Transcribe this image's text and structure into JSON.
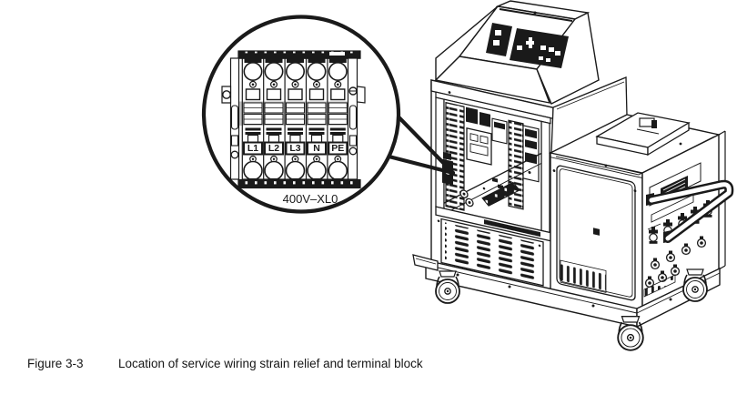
{
  "colors": {
    "line": "#1a1a1a",
    "background": "#ffffff",
    "terminal_mid_band": "#bfbfbf"
  },
  "caption": {
    "label": "Figure 3-3",
    "text": "Location of service wiring strain relief and terminal block"
  },
  "callout": {
    "designator": "400V–XL0",
    "terminals": [
      "L1",
      "L2",
      "L3",
      "N",
      "PE"
    ]
  }
}
